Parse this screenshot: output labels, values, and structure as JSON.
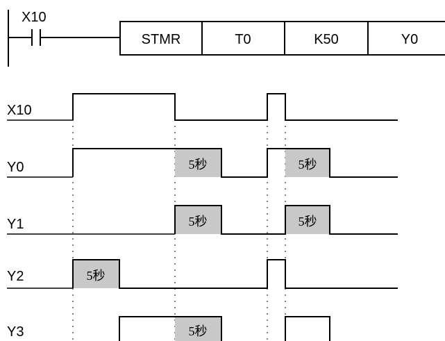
{
  "ladder": {
    "contact_label": "X10",
    "instruction": "STMR",
    "timer": "T0",
    "setting": "K50",
    "output": "Y0"
  },
  "timing": {
    "signals": [
      "X10",
      "Y0",
      "Y1",
      "Y2",
      "Y3"
    ],
    "pulse_label": "5秒"
  },
  "colors": {
    "line": "#000000",
    "pulse_fill": "#c8c8c8",
    "background": "#ffffff"
  }
}
